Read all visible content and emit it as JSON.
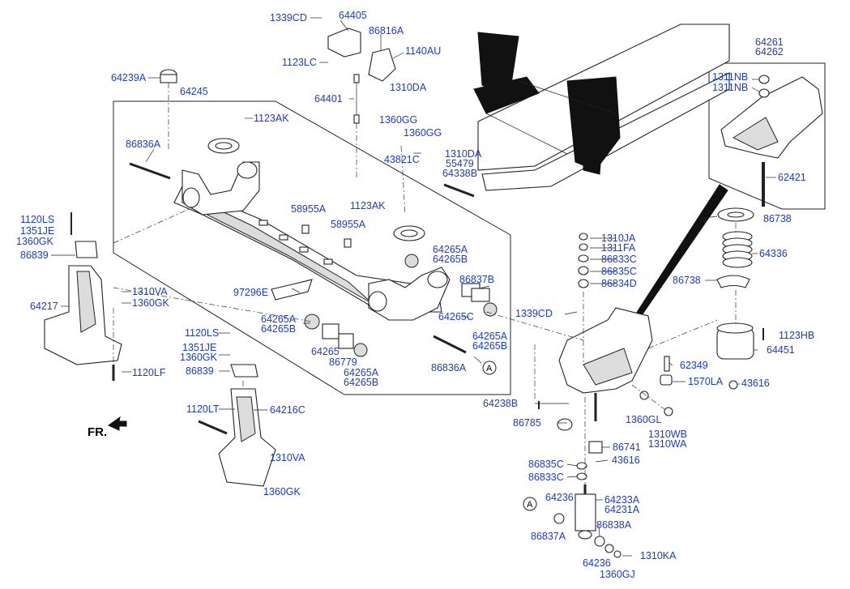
{
  "orientation_label": "FR.",
  "callout_circle": "A",
  "parts": [
    {
      "id": "p1",
      "text": "1339CD"
    },
    {
      "id": "p2",
      "text": "64405"
    },
    {
      "id": "p3",
      "text": "86816A"
    },
    {
      "id": "p4",
      "text": "1140AU"
    },
    {
      "id": "p5",
      "text": "1123LC"
    },
    {
      "id": "p6",
      "text": "64239A"
    },
    {
      "id": "p7",
      "text": "64245"
    },
    {
      "id": "p8",
      "text": "64401"
    },
    {
      "id": "p9",
      "text": "1310DA"
    },
    {
      "id": "p10",
      "text": "1360GG"
    },
    {
      "id": "p11",
      "text": "1123AK"
    },
    {
      "id": "p12",
      "text": "1360GG"
    },
    {
      "id": "p13",
      "text": "86836A"
    },
    {
      "id": "p14",
      "text": "43821C"
    },
    {
      "id": "p15",
      "text": "1310DA"
    },
    {
      "id": "p16",
      "text": "55479"
    },
    {
      "id": "p17",
      "text": "64338B"
    },
    {
      "id": "p18",
      "text": "1123AK"
    },
    {
      "id": "p19",
      "text": "58955A"
    },
    {
      "id": "p20",
      "text": "58955A"
    },
    {
      "id": "p21",
      "text": "1120LS"
    },
    {
      "id": "p22",
      "text": "1351JE"
    },
    {
      "id": "p23",
      "text": "1360GK"
    },
    {
      "id": "p24",
      "text": "86839"
    },
    {
      "id": "p25",
      "text": "64265A"
    },
    {
      "id": "p26",
      "text": "64265B"
    },
    {
      "id": "p27",
      "text": "86837B"
    },
    {
      "id": "p28",
      "text": "1310VA"
    },
    {
      "id": "p29",
      "text": "1360GK"
    },
    {
      "id": "p30",
      "text": "64217"
    },
    {
      "id": "p31",
      "text": "97296E"
    },
    {
      "id": "p32",
      "text": "64265A"
    },
    {
      "id": "p33",
      "text": "64265B"
    },
    {
      "id": "p34",
      "text": "64265C"
    },
    {
      "id": "p35",
      "text": "1339CD"
    },
    {
      "id": "p36",
      "text": "1120LS"
    },
    {
      "id": "p37",
      "text": "1351JE"
    },
    {
      "id": "p38",
      "text": "1360GK"
    },
    {
      "id": "p39",
      "text": "64265"
    },
    {
      "id": "p40",
      "text": "86779"
    },
    {
      "id": "p41",
      "text": "64265A"
    },
    {
      "id": "p42",
      "text": "64265B"
    },
    {
      "id": "p43",
      "text": "64265A"
    },
    {
      "id": "p44",
      "text": "64265B"
    },
    {
      "id": "p45",
      "text": "86839"
    },
    {
      "id": "p46",
      "text": "86836A"
    },
    {
      "id": "p47",
      "text": "1120LF"
    },
    {
      "id": "p48",
      "text": "1120LT"
    },
    {
      "id": "p49",
      "text": "64216C"
    },
    {
      "id": "p50",
      "text": "1310VA"
    },
    {
      "id": "p51",
      "text": "1360GK"
    },
    {
      "id": "p52",
      "text": "64261"
    },
    {
      "id": "p53",
      "text": "64262"
    },
    {
      "id": "p54",
      "text": "1311NB"
    },
    {
      "id": "p55",
      "text": "1311NB"
    },
    {
      "id": "p56",
      "text": "62421"
    },
    {
      "id": "p57",
      "text": "86738"
    },
    {
      "id": "p58",
      "text": "1310JA"
    },
    {
      "id": "p59",
      "text": "1311FA"
    },
    {
      "id": "p60",
      "text": "86833C"
    },
    {
      "id": "p61",
      "text": "86835C"
    },
    {
      "id": "p62",
      "text": "86834D"
    },
    {
      "id": "p63",
      "text": "64336"
    },
    {
      "id": "p64",
      "text": "86738"
    },
    {
      "id": "p65",
      "text": "1123HB"
    },
    {
      "id": "p66",
      "text": "64451"
    },
    {
      "id": "p67",
      "text": "62349"
    },
    {
      "id": "p68",
      "text": "1570LA"
    },
    {
      "id": "p69",
      "text": "43616"
    },
    {
      "id": "p70",
      "text": "64238B"
    },
    {
      "id": "p71",
      "text": "1360GL"
    },
    {
      "id": "p72",
      "text": "1310WB"
    },
    {
      "id": "p73",
      "text": "1310WA"
    },
    {
      "id": "p74",
      "text": "86785"
    },
    {
      "id": "p75",
      "text": "86741"
    },
    {
      "id": "p76",
      "text": "43616"
    },
    {
      "id": "p77",
      "text": "86835C"
    },
    {
      "id": "p78",
      "text": "86833C"
    },
    {
      "id": "p79",
      "text": "64236"
    },
    {
      "id": "p80",
      "text": "64233A"
    },
    {
      "id": "p81",
      "text": "64231A"
    },
    {
      "id": "p82",
      "text": "86838A"
    },
    {
      "id": "p83",
      "text": "86837A"
    },
    {
      "id": "p84",
      "text": "64236"
    },
    {
      "id": "p85",
      "text": "1310KA"
    },
    {
      "id": "p86",
      "text": "1360GJ"
    }
  ]
}
